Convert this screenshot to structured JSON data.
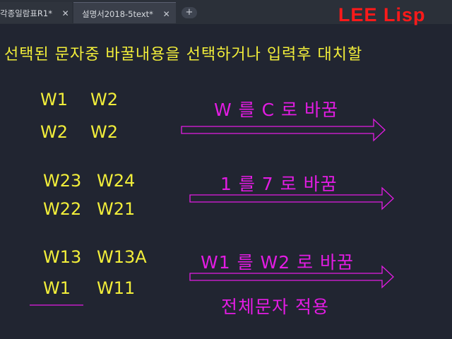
{
  "tabs": [
    {
      "label": "각종일람표R1*",
      "close": "✕"
    },
    {
      "label": "설명서2018-5text*",
      "close": "✕"
    }
  ],
  "new_tab_label": "+",
  "brand": "LEE Lisp",
  "instruction": "선택된 문자중 바꿀내용을 선택하거나 입력후 대치할",
  "groups": [
    {
      "rows": [
        [
          "W1",
          "W2"
        ],
        [
          "W2",
          "W2"
        ]
      ],
      "rule": "W 를 C 로 바꿈"
    },
    {
      "rows": [
        [
          "W23",
          "W24"
        ],
        [
          "W22",
          "W21"
        ]
      ],
      "rule": "1 를 7 로 바꿈"
    },
    {
      "rows": [
        [
          "W13",
          "W13A"
        ],
        [
          "W1",
          "W11"
        ]
      ],
      "rule": "W1 를 W2 로 바꿈",
      "note": "전체문자 적용"
    }
  ],
  "colors": {
    "text": "#f2ee3a",
    "accent": "#e31ce3",
    "brand": "#ff1a1a",
    "background": "#212531"
  }
}
